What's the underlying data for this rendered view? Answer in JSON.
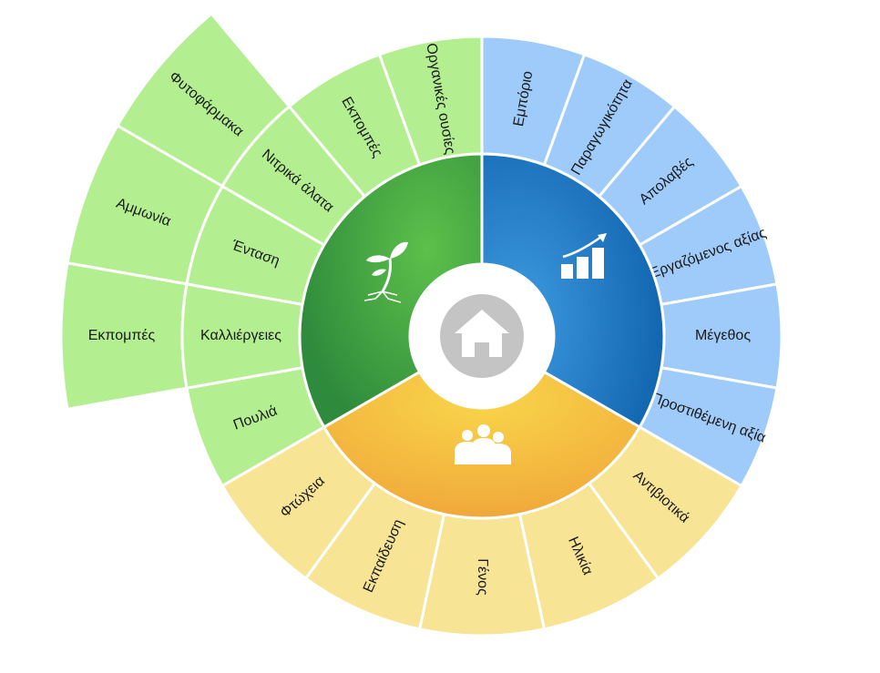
{
  "colors": {
    "environment_outer": "#b3ef91",
    "environment_inner_light": "#5cc04a",
    "environment_inner_dark": "#2e8a3c",
    "economy_outer": "#9fcbfb",
    "economy_inner_light": "#3f9be0",
    "economy_inner_dark": "#1266b0",
    "social_outer": "#f7e495",
    "social_inner_light": "#f9d54a",
    "social_inner_dark": "#f0a83a",
    "hub_ring": "#ffffff",
    "hub_disc": "#c4c4c4"
  },
  "center": {
    "icon": "home-icon"
  },
  "sectors": [
    {
      "key": "environment",
      "icon": "plant-icon",
      "outer_segments": [
        {
          "label": "Φυτοφάρμακα",
          "depth": 2
        },
        {
          "label": "Αμμωνία",
          "depth": 2
        },
        {
          "label": "Εκπομπές",
          "depth": 2
        }
      ],
      "inner_segments": [
        {
          "label": "Οργανικές ουσίες"
        },
        {
          "label": "Εκπομπές"
        },
        {
          "label": "Νιτρικά άλατα"
        },
        {
          "label": "Ένταση"
        },
        {
          "label": "Καλλιέργειες"
        },
        {
          "label": "Πουλιά"
        }
      ]
    },
    {
      "key": "economy",
      "icon": "growth-chart-icon",
      "inner_segments": [
        {
          "label": "Εμπόριο"
        },
        {
          "label": "Παραγωγικότητα"
        },
        {
          "label": "Απολαβές"
        },
        {
          "label": "Εργαζόμενος αξίας"
        },
        {
          "label": "Μέγεθος"
        },
        {
          "label": "Προστιθέμενη αξία"
        }
      ]
    },
    {
      "key": "social",
      "icon": "people-icon",
      "inner_segments": [
        {
          "label": "Αντιβιοτικά"
        },
        {
          "label": "Ηλικία"
        },
        {
          "label": "Γένος"
        },
        {
          "label": "Εκπαίδευση"
        },
        {
          "label": "Φτώχεια"
        }
      ]
    }
  ]
}
